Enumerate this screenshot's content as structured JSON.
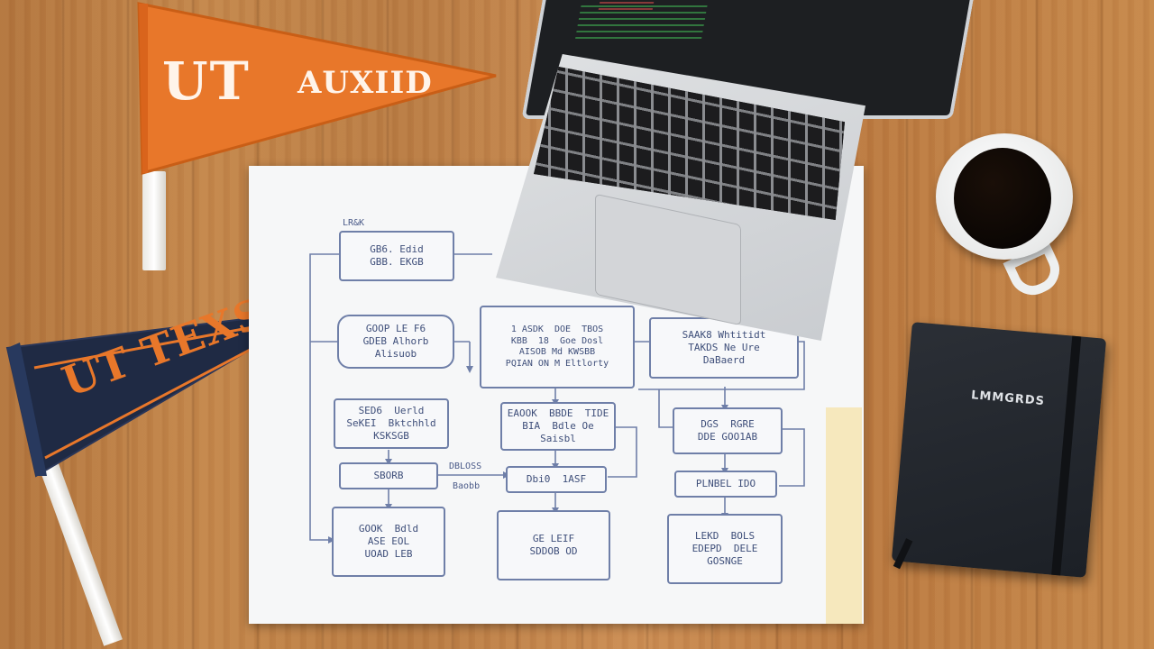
{
  "scene": {
    "description_items": [
      "wood-desk",
      "orange-pennant",
      "navy-pennant",
      "flowchart-paper",
      "laptop",
      "coffee-mug",
      "notebook"
    ]
  },
  "pennants": {
    "orange": {
      "text_left": "UT",
      "text_right": "AUXIID",
      "color": "#e8772a"
    },
    "navy": {
      "text": "UT TEXS",
      "color": "#1f2a44",
      "text_color": "#e8772a"
    }
  },
  "flowchart": {
    "header": "LR&K",
    "nodes": [
      "GB6. Edid\nGBB. EKGB",
      "GOOP LE F6\nGDEB Alhorb\nAlisuob",
      "1 ASDK  DOE  TBOS\nKBB  18  Goe Dosl\nAISOB Md KWSBB\nPQIAN ON M Eltlorty",
      "SAAK8 Whtitidt\nTAKDS Ne Ure\nDaBaerd",
      "SED6  Uerld\nSeKEI  Bktchhld\nKSKSGB",
      "EAOOK  BBDE  TIDE\nBIA  Bdle Oe\nSaisbl",
      "DGS  RGRE\nDDE GOO1AB",
      "SBORB",
      "Dbi0  1ASF",
      "PLNBEL IDO",
      "GOOK  Bdld\nASE EOL\nUOAD LEB",
      "GE LEIF\nSDDOB OD",
      "LEKD  BOLS\nEDEPD  DELE\nGOSNGE"
    ],
    "side_labels": [
      "DBLOSS",
      "Baobb"
    ]
  },
  "notebook": {
    "title": "LMMGRDS"
  },
  "colors": {
    "wood": "#c2854a",
    "ink": "#4a5a88",
    "orange": "#e8772a",
    "navy": "#1f2a44"
  }
}
